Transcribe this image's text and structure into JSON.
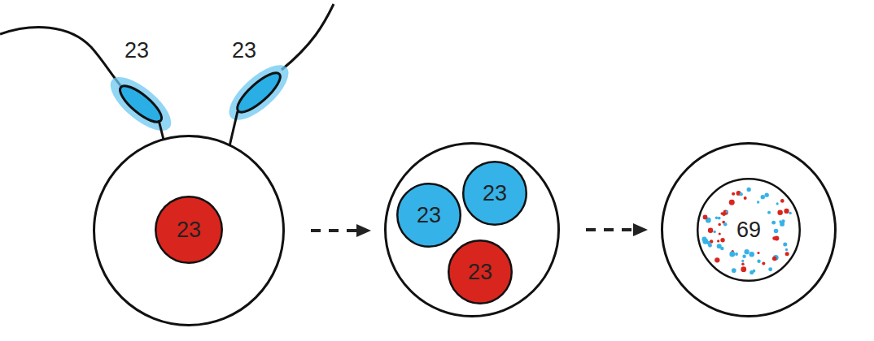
{
  "diagram": {
    "nodes": [
      {
        "text": []
      },
      {
        "text": [
          "23"
        ],
        "in": 0
      },
      {
        "text": []
      },
      {
        "text": [
          "23"
        ],
        "in": 2
      },
      {
        "text": [
          "23"
        ],
        "in": 2
      },
      {
        "text": [
          "23"
        ],
        "in": 2
      },
      {
        "text": []
      },
      {
        "text": [
          "69"
        ],
        "in": 6
      }
    ],
    "edges": [
      {
        "from": 0,
        "to": 2,
        "arrow": "to"
      },
      {
        "from": 2,
        "to": 6,
        "arrow": "to"
      }
    ],
    "labels": [
      "23",
      "23"
    ]
  }
}
